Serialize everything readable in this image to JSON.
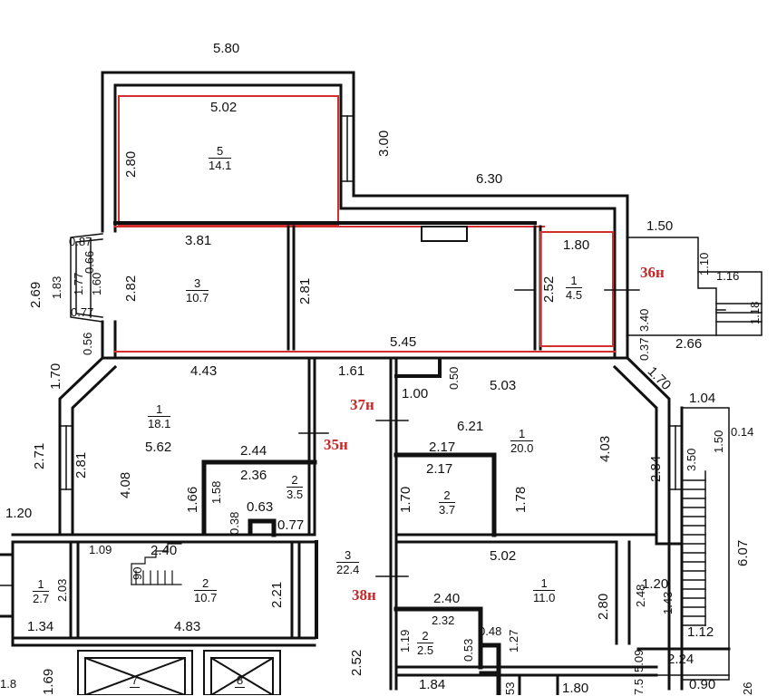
{
  "plan_title": "",
  "colors": {
    "wall": "#111111",
    "highlight": "#d32f2f",
    "tag": "#c62828"
  },
  "dimensions": {
    "top_580": "5.80",
    "r5_502": "5.02",
    "r5_280": "2.80",
    "r5_300": "3.00",
    "d_630": "6.30",
    "d_150": "1.50",
    "d_087": "0.87",
    "d_066": "0.66",
    "d_177": "1.77",
    "d_160": "1.60",
    "d_077a": "0.77",
    "d_183": "1.83",
    "d_269": "2.69",
    "r3_381": "3.81",
    "r3_282": "2.82",
    "d_281a": "2.81",
    "r1_180": "1.80",
    "r1_252": "2.52",
    "d_110": "1.10",
    "d_116": "1.16",
    "d_118": "1.18",
    "d_340": "3.40",
    "d_545": "5.45",
    "d_056": "0.56",
    "d_037": "0.37",
    "d_266": "2.66",
    "d_170a": "1.70",
    "d_443": "4.43",
    "d_161": "1.61",
    "d_050": "0.50",
    "d_100": "1.00",
    "d_503": "5.03",
    "d_170b": "1.70",
    "d_104": "1.04",
    "d_150b": "1.50",
    "d_014": "0.14",
    "d_271": "2.71",
    "d_281b": "2.81",
    "d_562": "5.62",
    "d_408": "4.08",
    "d_621": "6.21",
    "d_403": "4.03",
    "d_350": "3.50",
    "d_244": "2.44",
    "d_236": "2.36",
    "d_166": "1.66",
    "d_158": "1.58",
    "d_038": "0.38",
    "d_063": "0.63",
    "d_077b": "0.77",
    "d_217a": "2.17",
    "d_217b": "2.17",
    "d_170c": "1.70",
    "d_178": "1.78",
    "d_284": "2.84",
    "d_120": "1.20",
    "d_109": "1.09",
    "d_240a": "2.40",
    "d_090": "90",
    "d_203": "2.03",
    "d_221": "2.21",
    "d_134": "1.34",
    "d_483": "4.83",
    "d_502b": "5.02",
    "d_280b": "2.80",
    "d_607": "6.07",
    "d_120b": "1.20",
    "d_248": "2.48",
    "d_143": "1.43",
    "d_112": "1.12",
    "d_240b": "2.40",
    "d_232": "2.32",
    "d_048": "0.48",
    "d_119": "1.19",
    "d_053": "0.53",
    "d_127": "1.27",
    "d_252b": "2.52",
    "d_169": "1.69",
    "d_184": "1.84",
    "d_053b": "53",
    "d_180b": "1.80",
    "d_224": "2.24",
    "d_090b": "0.90",
    "d_509": "5.09",
    "d_075": "7.5",
    "d_018": "1.8",
    "d_026": "26"
  },
  "rooms": [
    {
      "id": "r5",
      "num": "5",
      "area": "14.1"
    },
    {
      "id": "r3a",
      "num": "3",
      "area": "10.7"
    },
    {
      "id": "r1a",
      "num": "1",
      "area": "4.5"
    },
    {
      "id": "r1b",
      "num": "1",
      "area": "18.1"
    },
    {
      "id": "r2a",
      "num": "2",
      "area": "3.5"
    },
    {
      "id": "r1c",
      "num": "1",
      "area": "20.0"
    },
    {
      "id": "r2b",
      "num": "2",
      "area": "3.7"
    },
    {
      "id": "r3b",
      "num": "3",
      "area": "22.4"
    },
    {
      "id": "r1d",
      "num": "1",
      "area": "2.7"
    },
    {
      "id": "r2c",
      "num": "2",
      "area": "10.7"
    },
    {
      "id": "r1e",
      "num": "1",
      "area": "11.0"
    },
    {
      "id": "r2d",
      "num": "2",
      "area": "2.5"
    },
    {
      "id": "r7",
      "num": "7",
      "area": ""
    },
    {
      "id": "r8",
      "num": "8",
      "area": ""
    }
  ],
  "tags": {
    "t36": "36н",
    "t37": "37н",
    "t35": "35н",
    "t38": "38н"
  }
}
